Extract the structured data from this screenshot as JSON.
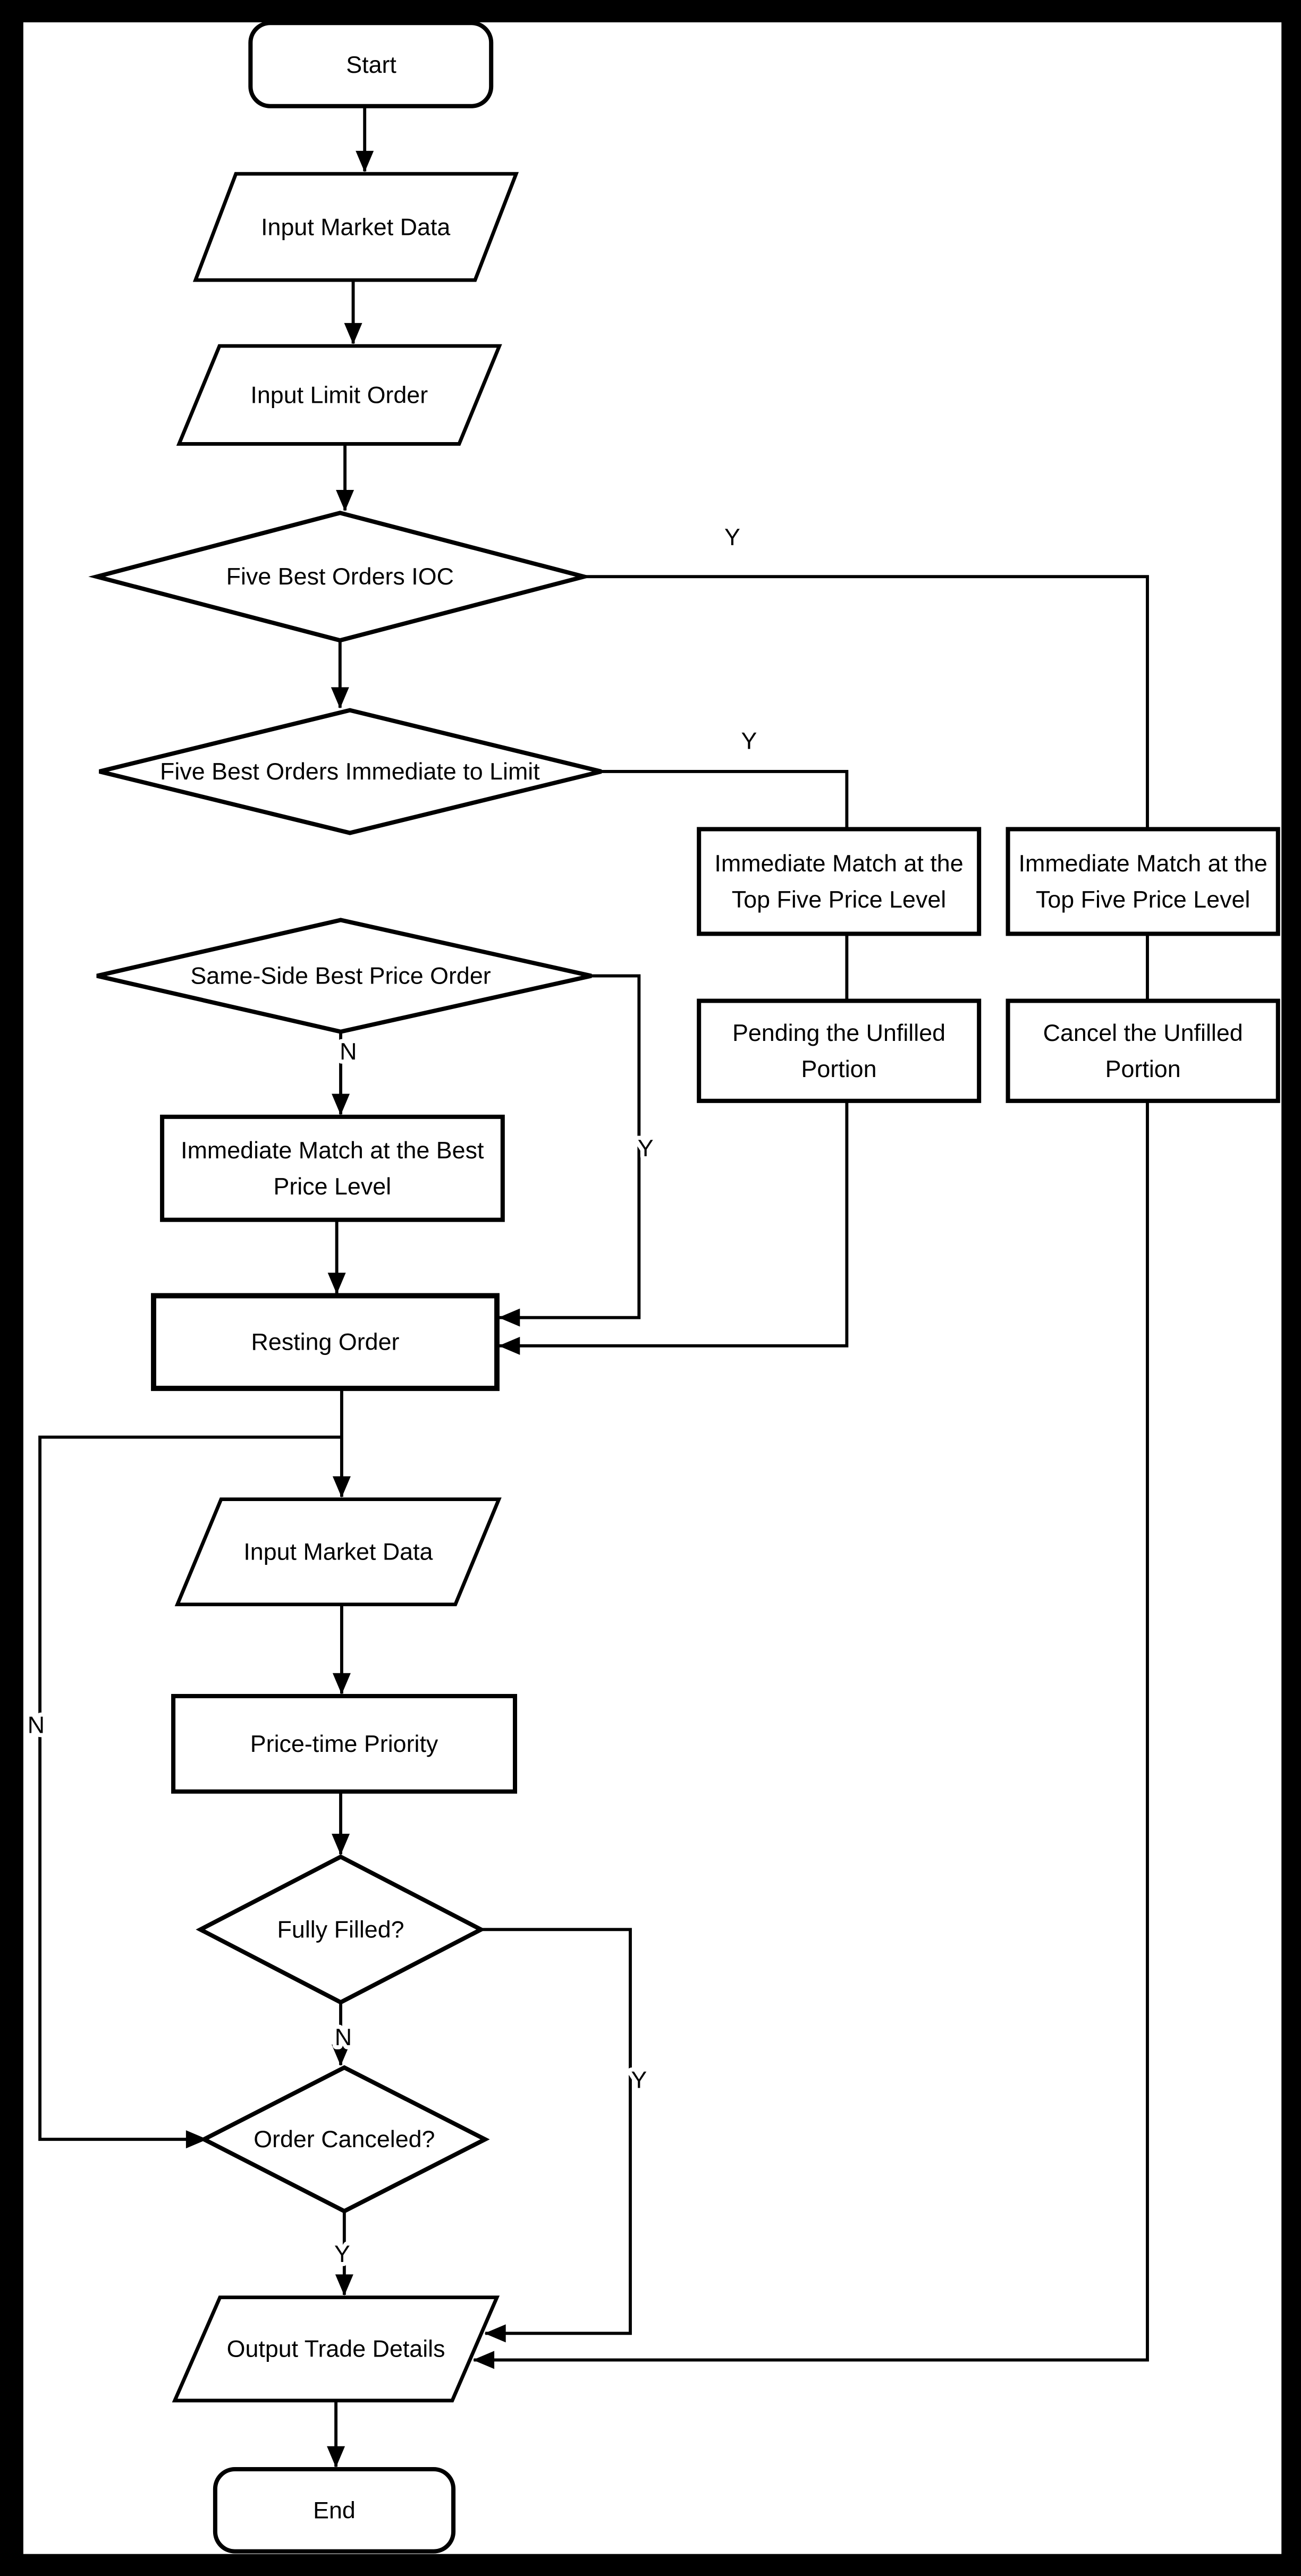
{
  "diagram": {
    "canvas": {
      "background_color": "#000000",
      "surface_color": "#ffffff",
      "line_color": "#000000"
    },
    "nodes": {
      "start": {
        "label": "Start"
      },
      "input_market_data_1": {
        "label": "Input Market Data"
      },
      "input_limit_order": {
        "label": "Input Limit Order"
      },
      "five_best_orders_ioc": {
        "label": "Five Best Orders IOC"
      },
      "five_best_orders_immediate_to_limit": {
        "label": "Five Best Orders Immediate to Limit"
      },
      "immediate_match_top_five_left": {
        "line1": "Immediate Match at the",
        "line2": "Top Five Price Level"
      },
      "immediate_match_top_five_right": {
        "line1": "Immediate Match at the",
        "line2": "Top Five Price Level"
      },
      "same_side_best_price_order": {
        "label": "Same-Side Best Price Order"
      },
      "pending_the_unfilled_portion": {
        "line1": "Pending the Unfilled",
        "line2": "Portion"
      },
      "cancel_the_unfilled_portion": {
        "line1": "Cancel the Unfilled",
        "line2": "Portion"
      },
      "immediate_match_best_price": {
        "line1": "Immediate Match at the Best",
        "line2": "Price Level"
      },
      "resting_order": {
        "label": "Resting Order"
      },
      "input_market_data_2": {
        "label": "Input Market Data"
      },
      "price_time_priority": {
        "label": "Price-time Priority"
      },
      "fully_filled": {
        "label": "Fully Filled?"
      },
      "order_canceled": {
        "label": "Order Canceled?"
      },
      "output_trade_details": {
        "label": "Output Trade Details"
      },
      "end": {
        "label": "End"
      }
    },
    "edge_labels": {
      "ioc_yes": "Y",
      "immediate_to_limit_yes": "Y",
      "same_side_no": "N",
      "same_side_yes": "Y",
      "loop_no": "N",
      "fully_filled_no": "N",
      "fully_filled_yes": "Y",
      "order_canceled_yes": "Y"
    }
  }
}
